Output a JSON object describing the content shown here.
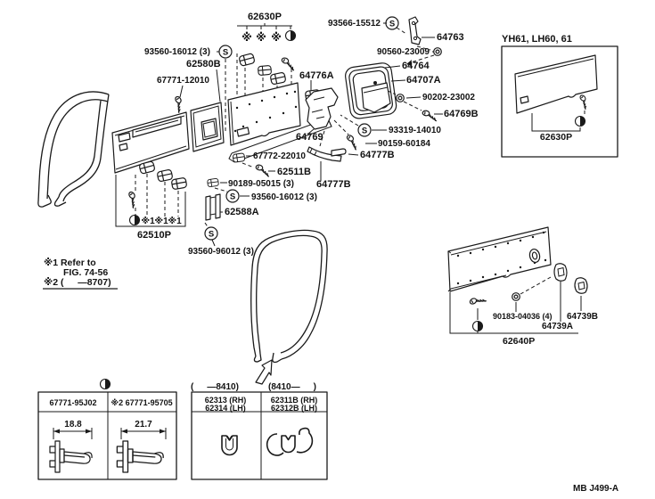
{
  "ink": "#1a1a1a",
  "background": "#ffffff",
  "footer": {
    "code": "MB  J499-A"
  },
  "symbols": {
    "s": "S",
    "ref": "※",
    "ref1": "※1",
    "half_dot": "◑"
  },
  "notes": {
    "line1": "※1 Refer to",
    "line2": "FIG. 74-56",
    "line3": "※2 (   —8707)"
  },
  "inset": {
    "title": "YH61, LH60, 61",
    "panel": "62630P"
  },
  "labels": {
    "p62630": "62630P",
    "s93566": "93566-15512",
    "p64763": "64763",
    "s93560a": "93560-16012 (3)",
    "p62580b": "62580B",
    "p67771_12010": "67771-12010",
    "p64776a": "64776A",
    "p90560": "90560-23009",
    "p64764": "64764",
    "p64707a": "64707A",
    "p90202": "90202-23002",
    "p64769b": "64769B",
    "s93319": "93319-14010",
    "p90159": "90159-60184",
    "p64769": "64769",
    "p67772": "67772-22010",
    "p64777b": "64777B",
    "p62511b": "62511B",
    "p90189": "90189-05015 (3)",
    "s93560b": "93560-16012 (3)",
    "p62588a": "62588A",
    "p62510p": "62510P",
    "s93560_96012": "93560-96012 (3)",
    "p90183": "90183-04036 (4)",
    "p64739a": "64739A",
    "p64739b": "64739B",
    "p62640p": "62640P"
  },
  "clip_table": {
    "headers": [
      "67771-95J02",
      "※2 67771-95705"
    ],
    "dims": [
      "18.8",
      "21.7"
    ]
  },
  "ws_table": {
    "periods": [
      "(   —8410)",
      "(8410—   )"
    ],
    "cols": [
      [
        "62313 (RH)",
        "62314 (LH)"
      ],
      [
        "62311B (RH)",
        "62312B (LH)"
      ]
    ]
  }
}
